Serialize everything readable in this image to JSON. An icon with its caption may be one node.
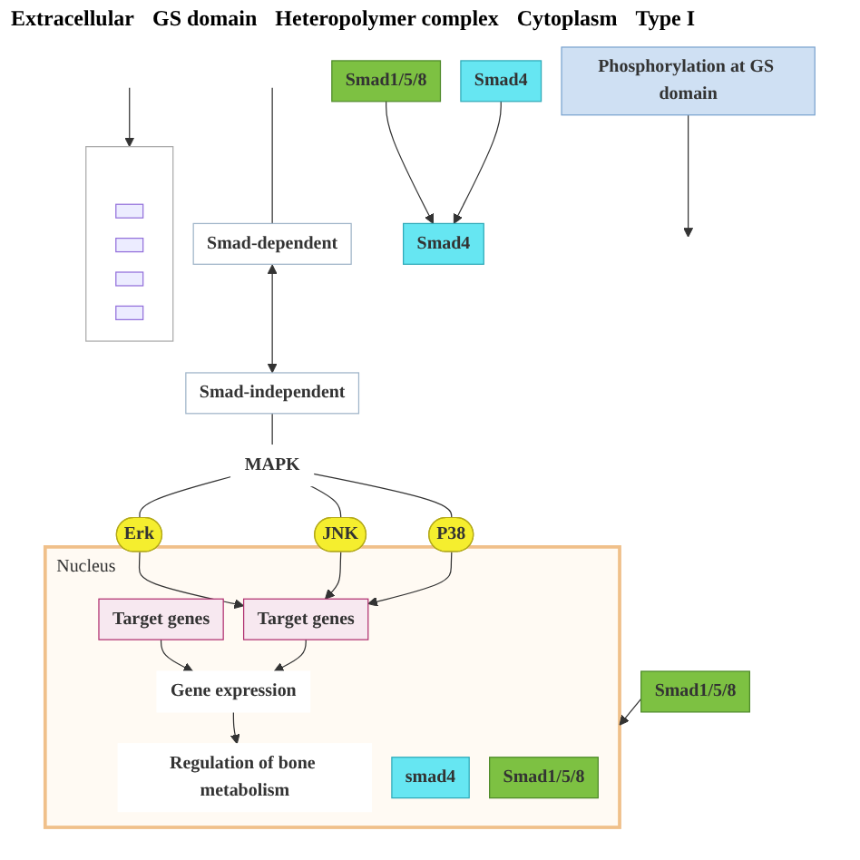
{
  "diagram": {
    "nodes": [
      {
        "text": [
          "Phosphorylation at GS domain"
        ]
      },
      {
        "text": [
          "Smad-dependent"
        ]
      },
      {
        "text": [
          "Smad-independent"
        ]
      },
      {
        "text": [
          "Smad1/5/8"
        ]
      },
      {
        "text": [
          "Smad4"
        ]
      },
      {
        "text": [
          "Smad4"
        ]
      },
      {
        "text": [
          "Smad1/5/8"
        ]
      },
      {
        "text": [
          "MAPK"
        ]
      },
      {
        "text": [
          "Erk"
        ]
      },
      {
        "text": [
          "JNK"
        ]
      },
      {
        "text": [
          "P38"
        ]
      },
      {
        "text": [
          "Nucleus"
        ]
      },
      {
        "text": [
          "Regulation of bone metabolism"
        ],
        "in": 11
      },
      {
        "text": [
          "smad4"
        ],
        "in": 11
      },
      {
        "text": [
          "Smad1/5/8"
        ],
        "in": 11
      },
      {
        "text": [
          "Gene expression"
        ],
        "in": 11
      },
      {
        "text": [
          "Target genes"
        ],
        "in": 11
      },
      {
        "text": [
          "Target genes"
        ],
        "in": 11
      },
      {
        "text": [],
        "shape": "box"
      },
      {
        "text": [],
        "shape": "box",
        "in": 18
      },
      {
        "text": [],
        "shape": "box",
        "in": 18
      },
      {
        "text": [],
        "shape": "box",
        "in": 18
      },
      {
        "text": [],
        "shape": "box",
        "in": 18
      }
    ],
    "edges": [
      {
        "from": 0,
        "to": null,
        "arrow": "to"
      },
      {
        "from": 1,
        "to": 2,
        "arrow": "both"
      },
      {
        "from": null,
        "to": 1,
        "arrow": "none"
      },
      {
        "from": null,
        "to": 18,
        "arrow": "to"
      },
      {
        "from": 2,
        "to": 7,
        "arrow": "none"
      },
      {
        "from": 7,
        "to": 8,
        "arrow": "none"
      },
      {
        "from": 7,
        "to": 9,
        "arrow": "none"
      },
      {
        "from": 7,
        "to": 10,
        "arrow": "none"
      },
      {
        "from": 8,
        "to": 17,
        "arrow": "to"
      },
      {
        "from": 9,
        "to": 17,
        "arrow": "to"
      },
      {
        "from": 10,
        "to": 17,
        "arrow": "to"
      },
      {
        "from": 3,
        "to": 5,
        "arrow": "to"
      },
      {
        "from": 4,
        "to": 5,
        "arrow": "to"
      },
      {
        "from": 6,
        "to": 11,
        "arrow": "to"
      },
      {
        "from": 16,
        "to": 15,
        "arrow": "to"
      },
      {
        "from": 17,
        "to": 15,
        "arrow": "to"
      },
      {
        "from": 15,
        "to": 12,
        "arrow": "to"
      }
    ],
    "labels": [
      "Extracellular",
      "GS domain",
      "Heteropolymer complex",
      "Cytoplasm",
      "Type I"
    ]
  }
}
